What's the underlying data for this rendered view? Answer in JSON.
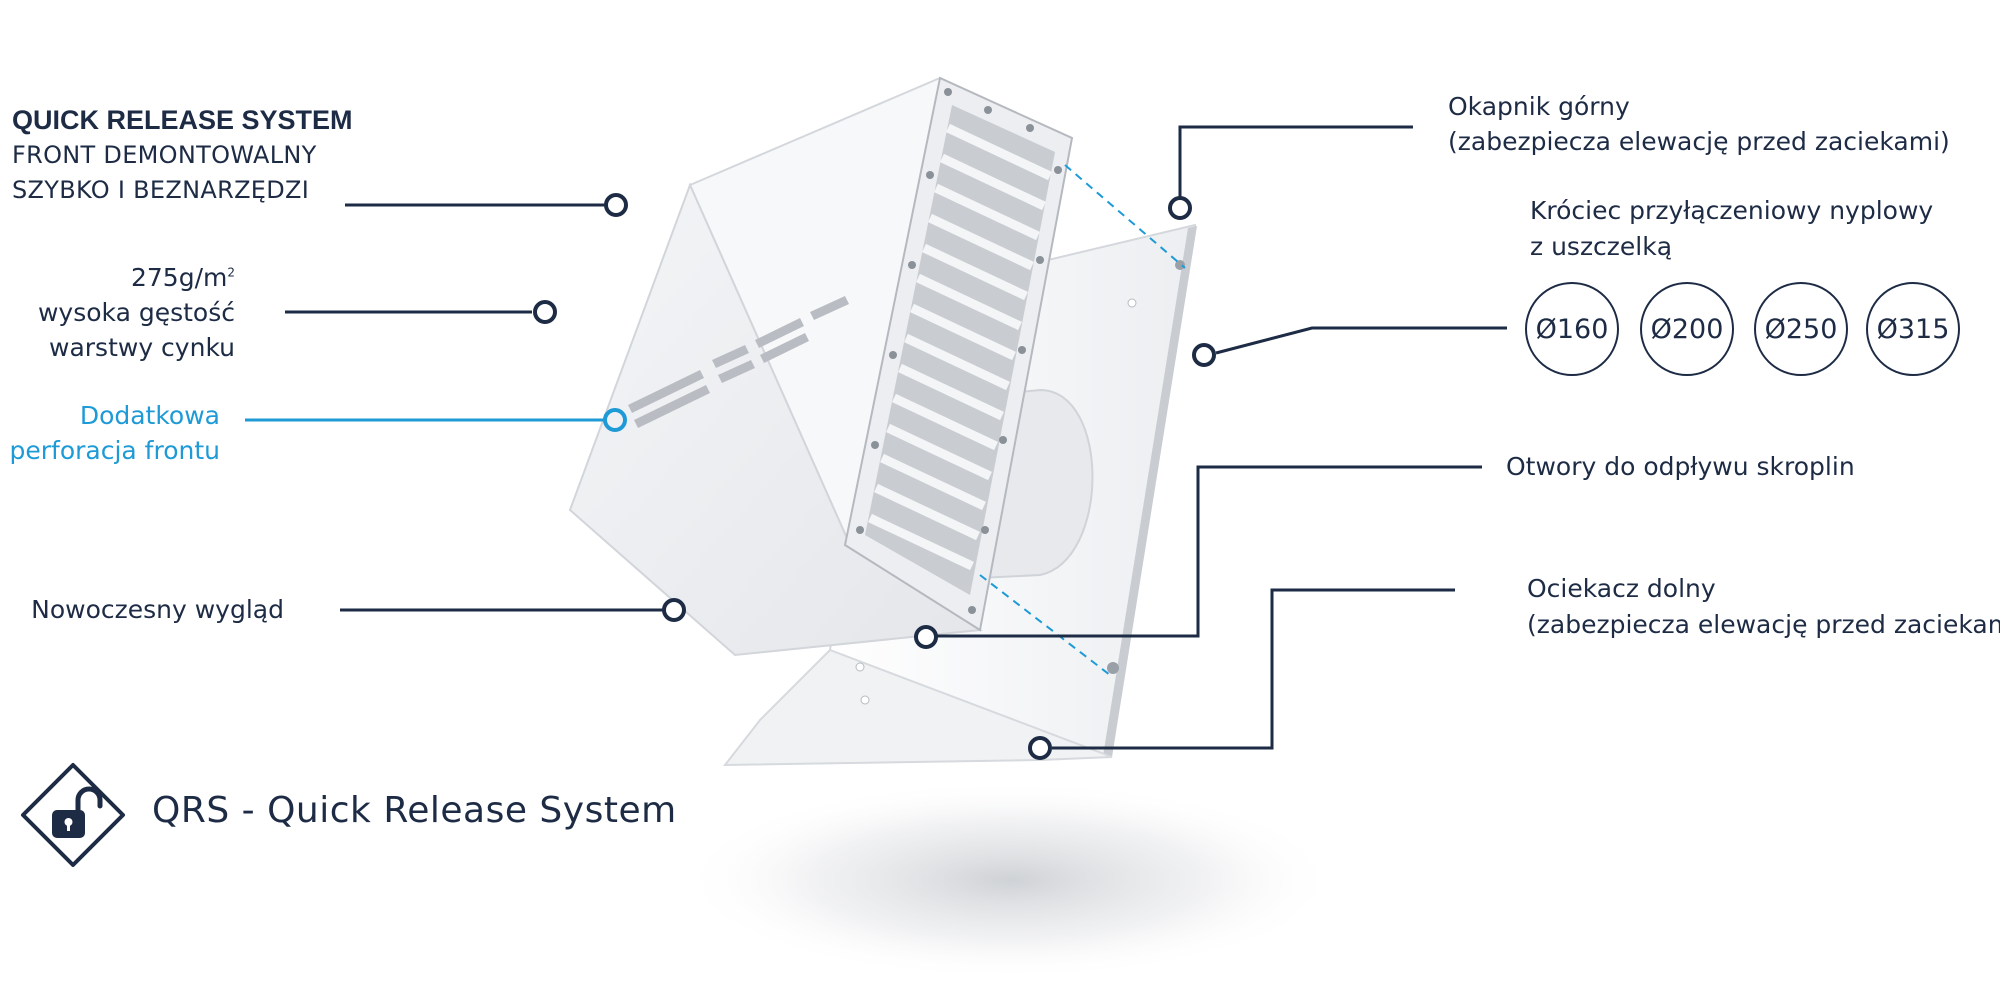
{
  "left_callouts": {
    "qrs_title": "QUICK RELEASE SYSTEM",
    "qrs_line1": "FRONT DEMONTOWALNY",
    "qrs_line2": "SZYBKO I BEZNARZĘDZI",
    "zinc_line1": "275g/m",
    "zinc_sup": "2",
    "zinc_line2": "wysoka gęstość",
    "zinc_line3": "warstwy cynku",
    "perf_line1": "Dodatkowa",
    "perf_line2": "perforacja frontu",
    "modern": "Nowoczesny wygląd"
  },
  "right_callouts": {
    "okapnik_line1": "Okapnik górny",
    "okapnik_line2": "(zabezpiecza elewację przed zaciekami)",
    "krociec_line1": "Króciec przyłączeniowy nyplowy",
    "krociec_line2": "z uszczelką",
    "otwory": "Otwory do odpływu skroplin",
    "ociekacz_line1": "Ociekacz dolny",
    "ociekacz_line2": "(zabezpiecza elewację przed zaciekami)"
  },
  "diameters": [
    "Ø160",
    "Ø200",
    "Ø250",
    "Ø315"
  ],
  "legend": {
    "label": "QRS - Quick Release System",
    "icon": "unlocked-padlock-icon"
  },
  "colors": {
    "navy": "#1d2b45",
    "accent_blue": "#1e9ad6"
  }
}
